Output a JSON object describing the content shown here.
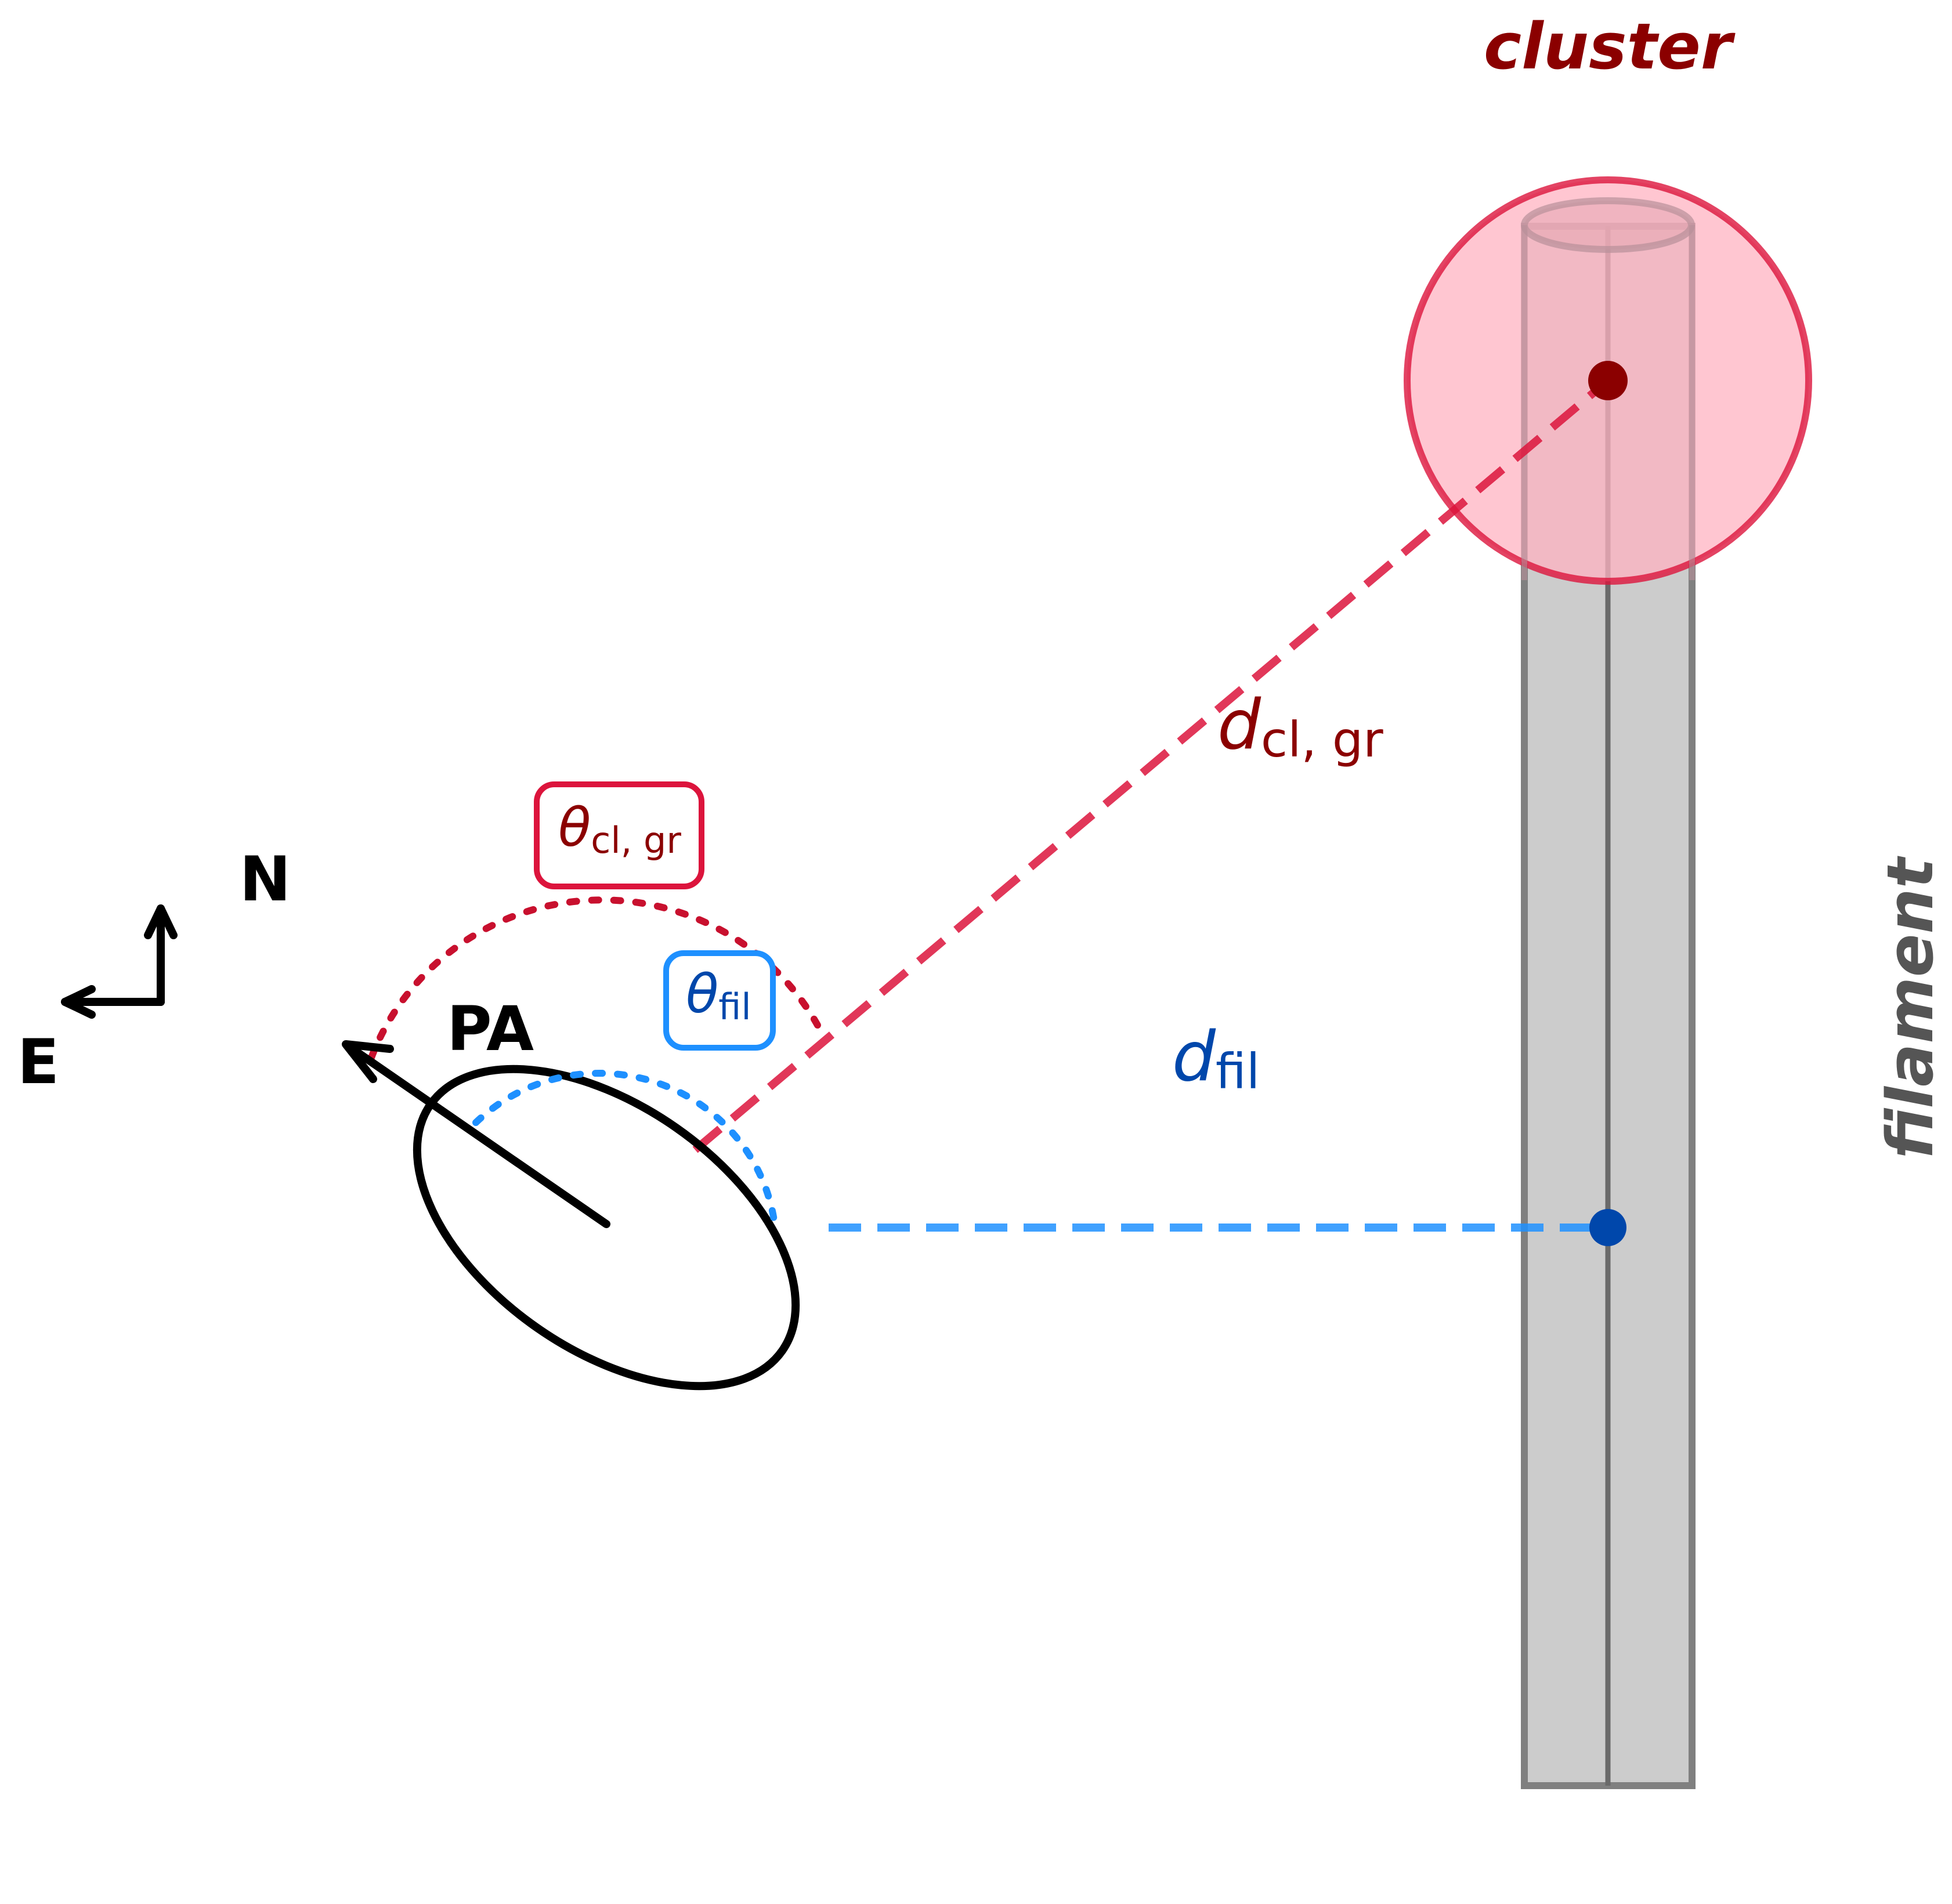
{
  "labels": {
    "cluster": "cluster",
    "filament": "filament",
    "north": "N",
    "east": "E",
    "position_angle": "PA",
    "d_cl_gr": {
      "symbol": "d",
      "subscript": "cl, gr"
    },
    "d_fil": {
      "symbol": "d",
      "subscript": "fil"
    },
    "theta_cl_gr": {
      "symbol": "θ",
      "subscript": "cl, gr"
    },
    "theta_fil": {
      "symbol": "θ",
      "subscript": "fil"
    }
  },
  "colors": {
    "cluster_fill": "#ffc0cb",
    "cluster_edge": "#dc143c",
    "cluster_text": "#8b0000",
    "cluster_line": "#dc143c",
    "filament_fill": "#c8c8c8",
    "filament_edge": "#808080",
    "filament_text": "#555555",
    "filament_line": "#1e90ff",
    "filament_text_blue": "#0047ab",
    "galaxy": "#000000"
  }
}
